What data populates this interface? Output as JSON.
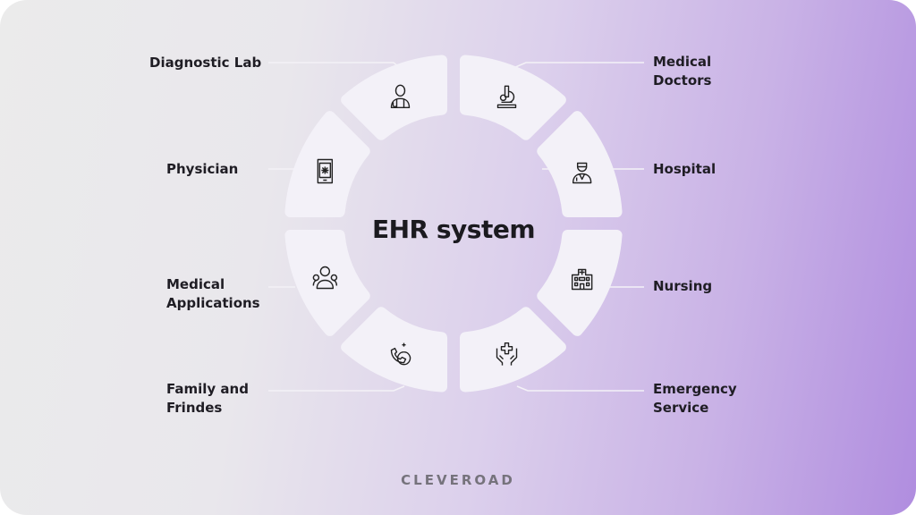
{
  "title": "EHR system",
  "brand": "CLEVEROAD",
  "segments": [
    {
      "label_lines": [
        "Diagnostic Lab"
      ],
      "icon": "microscope-icon"
    },
    {
      "label_lines": [
        "Medical",
        "Doctors"
      ],
      "icon": "doctor-icon"
    },
    {
      "label_lines": [
        "Hospital"
      ],
      "icon": "hospital-icon"
    },
    {
      "label_lines": [
        "Nursing"
      ],
      "icon": "nursing-hands-icon"
    },
    {
      "label_lines": [
        "Emergency",
        "Service"
      ],
      "icon": "emergency-24-phone-icon"
    },
    {
      "label_lines": [
        "Family and",
        "Frindes"
      ],
      "icon": "family-group-icon"
    },
    {
      "label_lines": [
        "Medical",
        "Applications"
      ],
      "icon": "medical-tablet-icon"
    },
    {
      "label_lines": [
        "Physician"
      ],
      "icon": "physician-icon"
    }
  ],
  "colors": {
    "segment": "#f3f1f8",
    "text": "#1f1d24",
    "connector": "#f4f2f7"
  }
}
